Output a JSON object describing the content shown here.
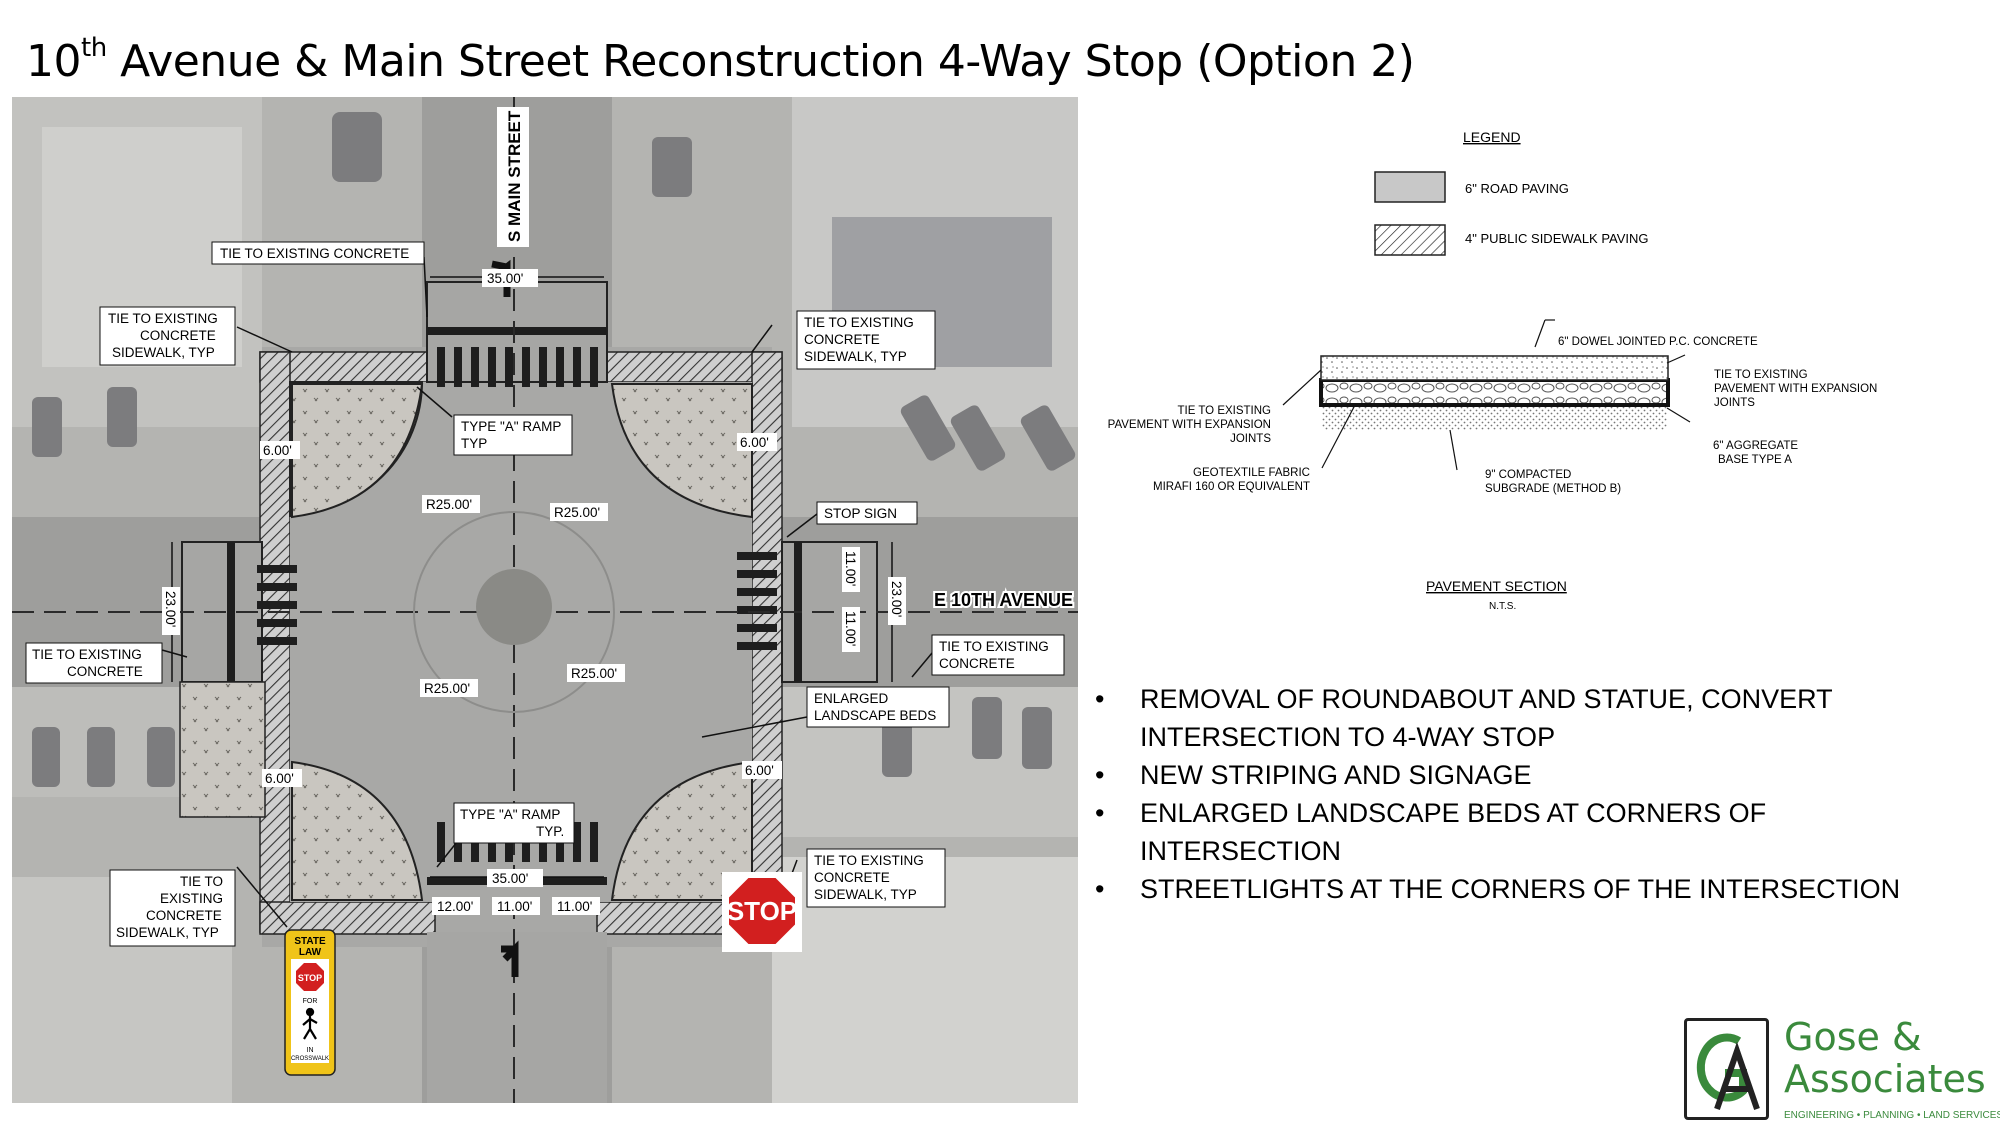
{
  "title": {
    "pre": "10",
    "sup": "th",
    "post": " Avenue & Main Street Reconstruction 4-Way Stop (Option 2)"
  },
  "plan": {
    "street_labels": {
      "main": "S MAIN STREET",
      "tenth": "E 10TH AVENUE"
    },
    "callouts": {
      "tie_concrete_top": "TIE TO EXISTING CONCRETE",
      "tie_sidewalk_nw": [
        "TIE TO EXISTING",
        "CONCRETE",
        "SIDEWALK, TYP"
      ],
      "tie_sidewalk_ne": [
        "TIE TO EXISTING",
        "CONCRETE",
        "SIDEWALK, TYP"
      ],
      "ramp_top": [
        "TYPE \"A\" RAMP",
        "TYP"
      ],
      "stop_sign": "STOP SIGN",
      "tie_concrete_east": [
        "TIE TO EXISTING",
        "CONCRETE"
      ],
      "tie_concrete_west": [
        "TIE TO EXISTING",
        "CONCRETE"
      ],
      "landscape": [
        "ENLARGED",
        "LANDSCAPE BEDS"
      ],
      "ramp_bottom": [
        "TYPE \"A\" RAMP",
        "TYP."
      ],
      "tie_sidewalk_se": [
        "TIE TO EXISTING",
        "CONCRETE",
        "SIDEWALK, TYP"
      ],
      "tie_sidewalk_sw": [
        "TIE TO",
        "EXISTING",
        "CONCRETE",
        "SIDEWALK, TYP"
      ]
    },
    "dimensions": {
      "top_width": "35.00'",
      "bottom_width": "35.00'",
      "sidewalk_w": "6.00'",
      "radius": "R25.00'",
      "west_width": "23.00'",
      "east_width": "23.00'",
      "lane": "11.00'",
      "lane_12": "12.00'"
    },
    "signs": {
      "stop": "STOP",
      "crosswalk_state": "STATE",
      "crosswalk_law": "LAW",
      "crosswalk_stop": "STOP",
      "crosswalk_for": "FOR",
      "crosswalk_in": "IN",
      "crosswalk_word": "CROSSWALK"
    }
  },
  "legend": {
    "title": "LEGEND",
    "items": [
      {
        "label": "6\" ROAD PAVING",
        "color": "#c8c8c8"
      },
      {
        "label": "4\" PUBLIC SIDEWALK PAVING",
        "pattern": "hatch"
      }
    ]
  },
  "pavement_section": {
    "title": "PAVEMENT SECTION",
    "subtitle": "N.T.S.",
    "callouts": {
      "concrete": "6\" DOWEL JOINTED P.C. CONCRETE",
      "tie_right": [
        "TIE TO EXISTING",
        "PAVEMENT WITH EXPANSION",
        "JOINTS"
      ],
      "tie_left": [
        "TIE TO EXISTING",
        "PAVEMENT WITH EXPANSION",
        "JOINTS"
      ],
      "aggregate": [
        "6\" AGGREGATE",
        "BASE TYPE A"
      ],
      "geotextile": [
        "GEOTEXTILE FABRIC",
        "MIRAFI 160 OR EQUIVALENT"
      ],
      "subgrade": [
        "9\" COMPACTED",
        "SUBGRADE (METHOD B)"
      ]
    }
  },
  "bullets": [
    "REMOVAL OF ROUNDABOUT AND STATUE, CONVERT INTERSECTION TO 4-WAY STOP",
    "NEW STRIPING AND SIGNAGE",
    "ENLARGED LANDSCAPE BEDS AT CORNERS OF INTERSECTION",
    "STREETLIGHTS AT THE CORNERS OF THE INTERSECTION"
  ],
  "logo": {
    "line1": "Gose &",
    "line2": "Associates",
    "tagline": "ENGINEERING • PLANNING • LAND SERVICES",
    "colors": {
      "green": "#3a8a3c"
    }
  },
  "colors": {
    "aerial": "#b9b9b6",
    "road": "#9c9c9a",
    "curb": "#333333"
  }
}
